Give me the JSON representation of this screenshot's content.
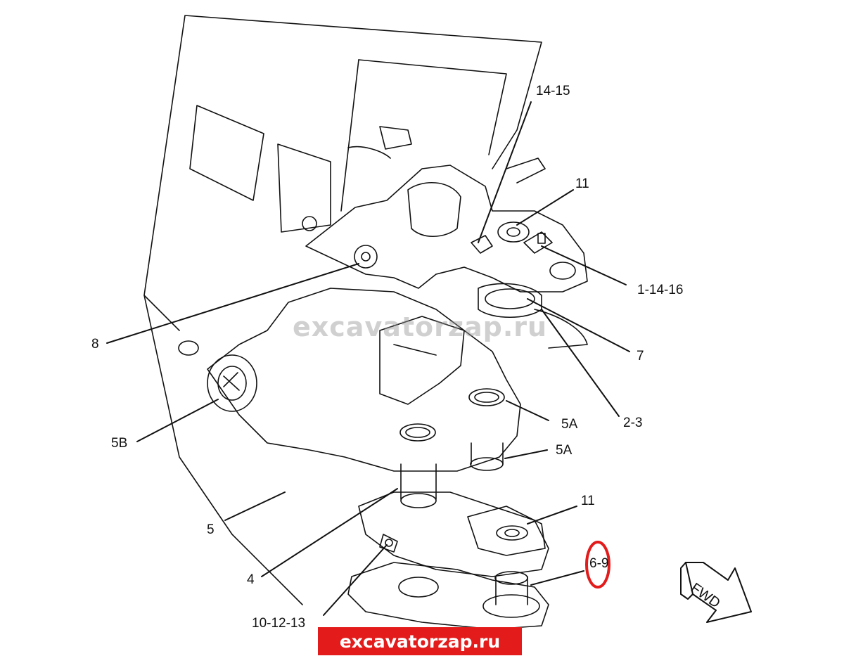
{
  "callouts": {
    "c14_15": "14-15",
    "c11_top": "11",
    "c1_14_16": "1-14-16",
    "c8": "8",
    "c7": "7",
    "c2_3": "2-3",
    "c5a_1": "5A",
    "c5a_2": "5A",
    "c5b": "5B",
    "c5": "5",
    "c11_bottom": "11",
    "c6_9": "6-9",
    "c4": "4",
    "c10_12_13": "10-12-13"
  },
  "direction_arrow": {
    "label": "FWD",
    "icon": "fwd-arrow-icon"
  },
  "watermark": {
    "text": "excavatorzap.ru"
  },
  "banner": {
    "text": "excavatorzap.ru",
    "color": "#e31b1b"
  },
  "highlight": {
    "color": "#e31b1b",
    "target": "6-9"
  }
}
